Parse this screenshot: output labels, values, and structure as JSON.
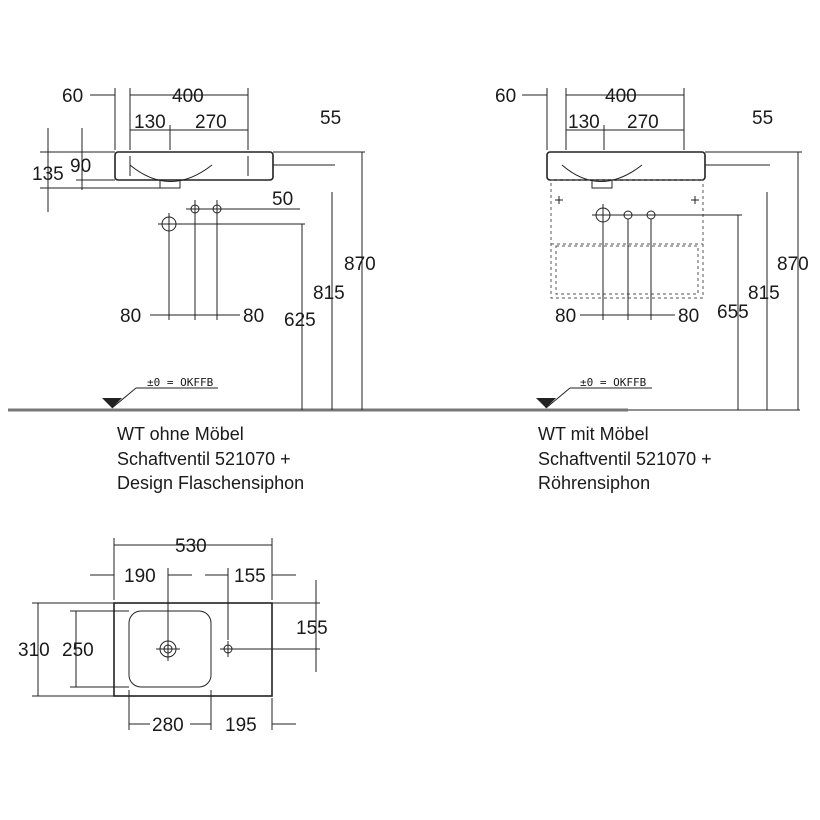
{
  "left_view": {
    "dims": {
      "d60": "60",
      "d400": "400",
      "d130": "130",
      "d270": "270",
      "d55": "55",
      "d135": "135",
      "d90": "90",
      "d50": "50",
      "d870": "870",
      "d815": "815",
      "d625": "625",
      "d80a": "80",
      "d80b": "80"
    },
    "level_label": "±0 = OKFFB",
    "caption": [
      "WT ohne Möbel",
      "Schaftventil 521070 +",
      "Design Flaschensiphon"
    ]
  },
  "right_view": {
    "dims": {
      "d60": "60",
      "d400": "400",
      "d130": "130",
      "d270": "270",
      "d55": "55",
      "d870": "870",
      "d815": "815",
      "d655": "655",
      "d80a": "80",
      "d80b": "80"
    },
    "level_label": "±0 = OKFFB",
    "caption": [
      "WT mit Möbel",
      "Schaftventil 521070 +",
      "Röhrensiphon"
    ]
  },
  "plan_view": {
    "dims": {
      "d530": "530",
      "d190": "190",
      "d155a": "155",
      "d310": "310",
      "d250": "250",
      "d155b": "155",
      "d280": "280",
      "d195": "195"
    }
  }
}
